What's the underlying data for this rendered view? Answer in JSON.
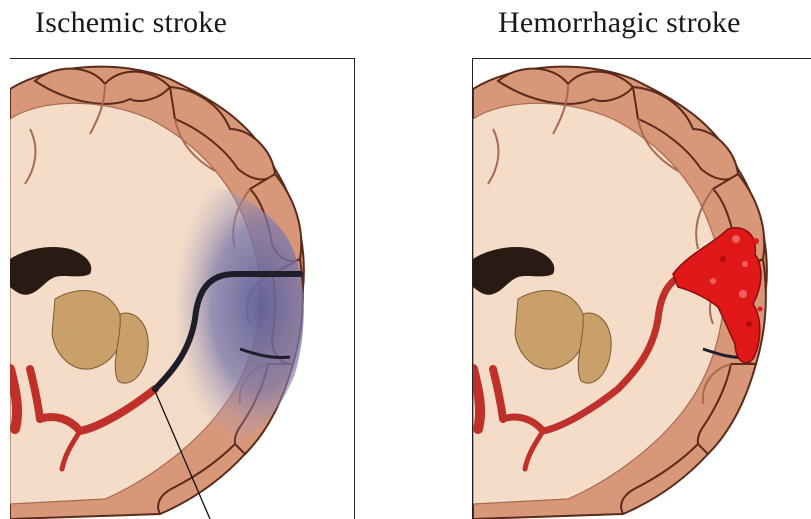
{
  "panels": [
    {
      "title": "Ischemic stroke",
      "type": "ischemic"
    },
    {
      "title": "Hemorrhagic stroke",
      "type": "hemorrhagic"
    }
  ],
  "colors": {
    "cortex": "#d9977a",
    "white_matter": "#f4dcc8",
    "outline": "#5a2a1a",
    "ischemic_region": "#6b6aa0",
    "artery": "#c0302a",
    "hemorrhage": "#e01818",
    "basal_ganglia": "#c9a06a"
  }
}
